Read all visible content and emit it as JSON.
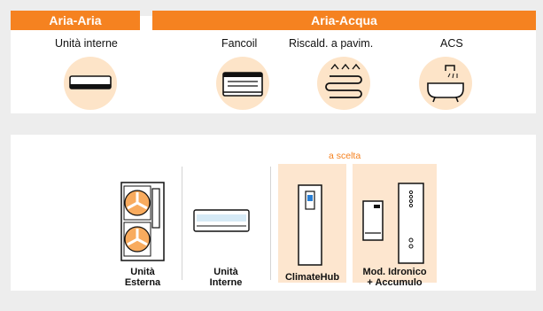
{
  "top": {
    "aria_aria_tag": "Aria-Aria",
    "aria_acqua_tag": "Aria-Acqua",
    "items": [
      {
        "label": "Unità interne",
        "icon": "wall-split-unit-icon"
      },
      {
        "label": "Fancoil",
        "icon": "fancoil-icon"
      },
      {
        "label": "Riscald. a pavim.",
        "icon": "floor-heating-icon"
      },
      {
        "label": "ACS",
        "icon": "bathtub-icon"
      }
    ]
  },
  "bottom": {
    "choice_label": "a scelta",
    "items": [
      {
        "line1": "Unità",
        "line2": "Esterna",
        "icon": "outdoor-unit-icon"
      },
      {
        "line1": "Unità",
        "line2": "Interne",
        "icon": "indoor-unit-icon"
      },
      {
        "line1": "ClimateHub",
        "line2": "",
        "icon": "climatehub-icon"
      },
      {
        "line1": "Mod. Idronico",
        "line2": "+ Accumulo",
        "icon": "hydro-module-tank-icon"
      }
    ]
  },
  "colors": {
    "accent": "#f58220",
    "circle_fill": "#fde4c8",
    "choice_fill": "#fde6cf",
    "panel_bg": "#ffffff",
    "page_bg": "#ededed"
  }
}
